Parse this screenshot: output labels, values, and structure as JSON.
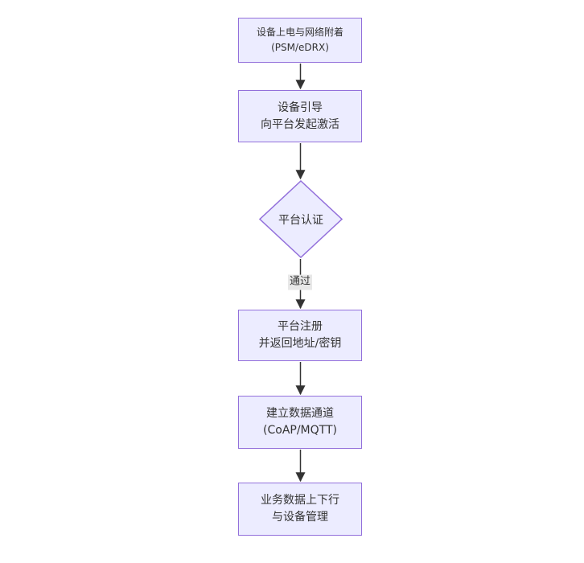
{
  "diagram": {
    "type": "flowchart",
    "direction": "top-down",
    "colors": {
      "node_fill": "#ECECFF",
      "node_border": "#9370DB",
      "edge_stroke": "#333333",
      "text": "#333333",
      "edge_label_bg": "#e8e8e8",
      "background": "#ffffff"
    },
    "nodes": [
      {
        "id": "power",
        "shape": "rect",
        "lines": [
          "设备上电与网络附着",
          "(PSM/eDRX)"
        ]
      },
      {
        "id": "boot",
        "shape": "rect",
        "lines": [
          "设备引导",
          "向平台发起激活"
        ]
      },
      {
        "id": "auth",
        "shape": "diamond",
        "lines": [
          "平台认证"
        ]
      },
      {
        "id": "register",
        "shape": "rect",
        "lines": [
          "平台注册",
          "并返回地址/密钥"
        ]
      },
      {
        "id": "channel",
        "shape": "rect",
        "lines": [
          "建立数据通道",
          "(CoAP/MQTT)"
        ]
      },
      {
        "id": "business",
        "shape": "rect",
        "lines": [
          "业务数据上下行",
          "与设备管理"
        ]
      }
    ],
    "edges": [
      {
        "from": "power",
        "to": "boot",
        "label": ""
      },
      {
        "from": "boot",
        "to": "auth",
        "label": ""
      },
      {
        "from": "auth",
        "to": "register",
        "label": "通过"
      },
      {
        "from": "register",
        "to": "channel",
        "label": ""
      },
      {
        "from": "channel",
        "to": "business",
        "label": ""
      }
    ]
  }
}
